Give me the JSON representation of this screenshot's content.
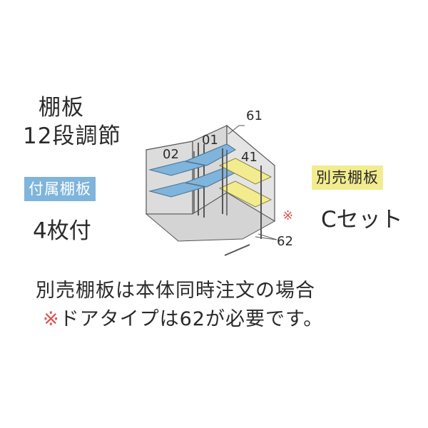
{
  "left": {
    "line1": "棚板",
    "line2": "12段調節",
    "badge": "付属棚板",
    "count": "4枚付"
  },
  "right": {
    "badge": "別売棚板",
    "set": "Cセット"
  },
  "diagram": {
    "labels": {
      "l02": "02",
      "l01": "01",
      "l41": "41",
      "l61": "61",
      "l62": "62",
      "mark": "※"
    },
    "colors": {
      "included_shelf": "#7fb4dc",
      "optional_shelf": "#f3ec8f",
      "wall": "#dcdcdc",
      "note_red": "#e0524f"
    }
  },
  "notes": {
    "line1": "別売棚板は本体同時注文の場合",
    "line2_mark": "※",
    "line2_text": "ドアタイプは62が必要です。"
  }
}
